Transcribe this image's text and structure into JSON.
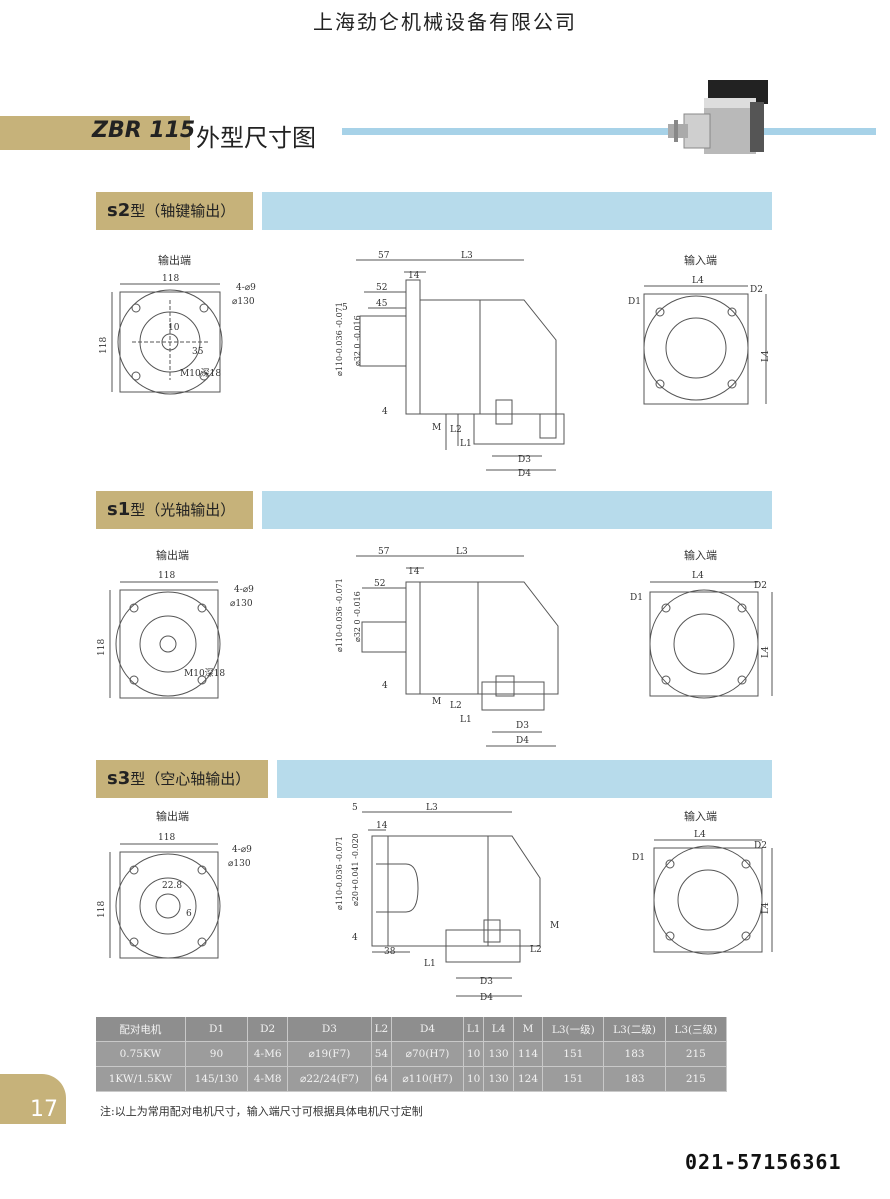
{
  "header": {
    "company": "上海劲仑机械设备有限公司"
  },
  "title": {
    "code": "ZBR 115",
    "text": "外型尺寸图"
  },
  "sections": [
    {
      "code": "s2",
      "suffix": "型（轴键输出）"
    },
    {
      "code": "s1",
      "suffix": "型（光轴输出）"
    },
    {
      "code": "s3",
      "suffix": "型（空心轴输出）"
    }
  ],
  "captions": {
    "output_end": "输出端",
    "input_end": "输入端"
  },
  "dims": {
    "d118": "118",
    "hole": "4-⌀9",
    "pcd": "⌀130",
    "d10": "10",
    "d35": "35",
    "thread": "M10深18",
    "d57": "57",
    "L3": "L3",
    "d14": "14",
    "d52": "52",
    "d45": "45",
    "d5": "5",
    "d4": "4",
    "M": "M",
    "L2": "L2",
    "L1": "L1",
    "D3": "D3",
    "D4": "D4",
    "L4": "L4",
    "D1": "D1",
    "D2": "D2",
    "flange": "⌀110-0.036 -0.071",
    "shaft": "⌀32 0 -0.016",
    "hollow": "⌀20+0.041 -0.020",
    "d38": "38",
    "d22_8": "22.8",
    "d6": "6"
  },
  "table": {
    "headers": [
      "配对电机",
      "D1",
      "D2",
      "D3",
      "L2",
      "D4",
      "L1",
      "L4",
      "M",
      "L3(一级)",
      "L3(二级)",
      "L3(三级)"
    ],
    "rows": [
      [
        "0.75KW",
        "90",
        "4-M6",
        "⌀19(F7)",
        "54",
        "⌀70(H7)",
        "10",
        "130",
        "114",
        "151",
        "183",
        "215"
      ],
      [
        "1KW/1.5KW",
        "145/130",
        "4-M8",
        "⌀22/24(F7)",
        "64",
        "⌀110(H7)",
        "10",
        "130",
        "124",
        "151",
        "183",
        "215"
      ]
    ]
  },
  "page": {
    "number": "17",
    "note": "注:以上为常用配对电机尺寸，输入端尺寸可根据具体电机尺寸定制",
    "phone": "021-57156361"
  },
  "colors": {
    "gold": "#c6b27a",
    "blue": "#b7dbeb"
  }
}
